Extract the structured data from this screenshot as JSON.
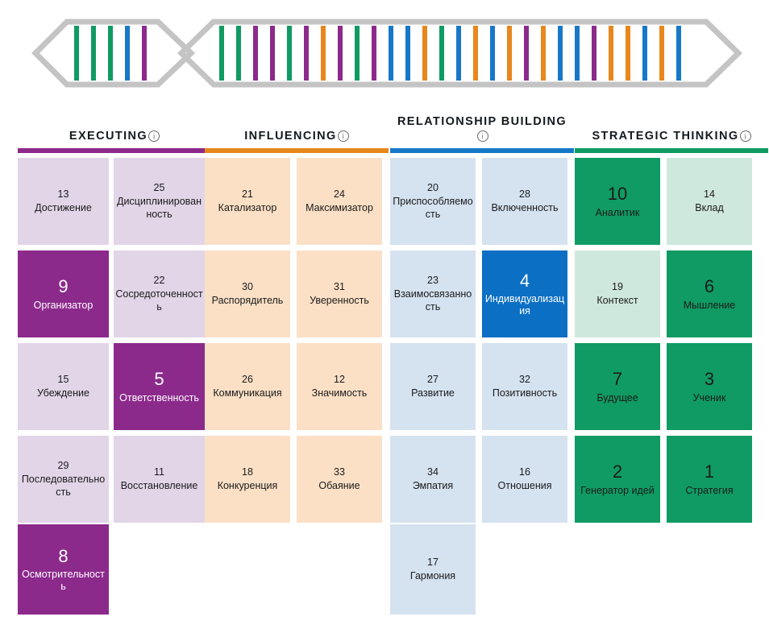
{
  "banner": {
    "name": "strengths-dna-banner",
    "outline_color": "#c4c4c4",
    "left_block_bars": [
      "#0f9b63",
      "#0f9b63",
      "#0f9b63",
      "#1878c8",
      "#8c2a8c"
    ],
    "right_block_bars": [
      "#0f9b63",
      "#0f9b63",
      "#8c2a8c",
      "#8c2a8c",
      "#0f9b63",
      "#8c2a8c",
      "#e8881c",
      "#8c2a8c",
      "#0f9b63",
      "#8c2a8c",
      "#1878c8",
      "#1878c8",
      "#e8881c",
      "#0f9b63",
      "#1878c8",
      "#e8881c",
      "#1878c8",
      "#e8881c",
      "#8c2a8c",
      "#e8881c",
      "#1878c8",
      "#1878c8",
      "#8c2a8c",
      "#e8881c",
      "#e8881c",
      "#1878c8",
      "#e8881c",
      "#1878c8"
    ]
  },
  "colors": {
    "executing": "#8c2a8c",
    "influencing": "#e8881c",
    "relationship": "#1878c8",
    "strategic": "#0f9b63",
    "executing_light": "#e2d5e8",
    "influencing_light": "#fbe0c6",
    "relationship_light": "#d5e2f0",
    "strategic_light": "#cfe8dd"
  },
  "columns": [
    {
      "id": "executing",
      "title": "EXECUTING",
      "info": "i",
      "rule_color": "#8c2a8c",
      "title_inline_info": true
    },
    {
      "id": "influencing",
      "title": "INFLUENCING",
      "info": "i",
      "rule_color": "#e8881c",
      "title_inline_info": true
    },
    {
      "id": "relationship",
      "title": "RELATIONSHIP BUILDING",
      "info": "i",
      "rule_color": "#1878c8",
      "title_inline_info": false
    },
    {
      "id": "strategic",
      "title": "STRATEGIC THINKING",
      "info": "i",
      "rule_color": "#0f9b63",
      "title_inline_info": true
    }
  ],
  "cards": [
    {
      "num": "13",
      "name": "Достижение",
      "col": 0,
      "sub": 0,
      "row": 0,
      "style": "light",
      "bg": "#e2d5e8",
      "fg": "#1a1a1a"
    },
    {
      "num": "25",
      "name": "Дисциплинированность",
      "col": 0,
      "sub": 1,
      "row": 0,
      "style": "light",
      "bg": "#e2d5e8",
      "fg": "#1a1a1a"
    },
    {
      "num": "21",
      "name": "Катализатор",
      "col": 1,
      "sub": 0,
      "row": 0,
      "style": "light",
      "bg": "#fbe0c6",
      "fg": "#1a1a1a"
    },
    {
      "num": "24",
      "name": "Максимизатор",
      "col": 1,
      "sub": 1,
      "row": 0,
      "style": "light",
      "bg": "#fbe0c6",
      "fg": "#1a1a1a"
    },
    {
      "num": "20",
      "name": "Приспособляемость",
      "col": 2,
      "sub": 0,
      "row": 0,
      "style": "light",
      "bg": "#d5e2f0",
      "fg": "#1a1a1a"
    },
    {
      "num": "28",
      "name": "Включенность",
      "col": 2,
      "sub": 1,
      "row": 0,
      "style": "light",
      "bg": "#d5e2f0",
      "fg": "#1a1a1a"
    },
    {
      "num": "10",
      "name": "Аналитик",
      "col": 3,
      "sub": 0,
      "row": 0,
      "style": "strong",
      "bg": "#0f9b63",
      "fg": "#1a1a1a"
    },
    {
      "num": "14",
      "name": "Вклад",
      "col": 3,
      "sub": 1,
      "row": 0,
      "style": "mid",
      "bg": "#cfe8dd",
      "fg": "#1a1a1a"
    },
    {
      "num": "9",
      "name": "Организатор",
      "col": 0,
      "sub": 0,
      "row": 1,
      "style": "strong",
      "bg": "#8c2a8c",
      "fg": "#ffffff"
    },
    {
      "num": "22",
      "name": "Сосредоточенность",
      "col": 0,
      "sub": 1,
      "row": 1,
      "style": "light",
      "bg": "#e2d5e8",
      "fg": "#1a1a1a"
    },
    {
      "num": "30",
      "name": "Распорядитель",
      "col": 1,
      "sub": 0,
      "row": 1,
      "style": "light",
      "bg": "#fbe0c6",
      "fg": "#1a1a1a"
    },
    {
      "num": "31",
      "name": "Уверенность",
      "col": 1,
      "sub": 1,
      "row": 1,
      "style": "light",
      "bg": "#fbe0c6",
      "fg": "#1a1a1a"
    },
    {
      "num": "23",
      "name": "Взаимосвязанность",
      "col": 2,
      "sub": 0,
      "row": 1,
      "style": "light",
      "bg": "#d5e2f0",
      "fg": "#1a1a1a"
    },
    {
      "num": "4",
      "name": "Индивидуализация",
      "col": 2,
      "sub": 1,
      "row": 1,
      "style": "strong",
      "bg": "#0b6fc4",
      "fg": "#ffffff"
    },
    {
      "num": "19",
      "name": "Контекст",
      "col": 3,
      "sub": 0,
      "row": 1,
      "style": "mid",
      "bg": "#cfe8dd",
      "fg": "#1a1a1a"
    },
    {
      "num": "6",
      "name": "Мышление",
      "col": 3,
      "sub": 1,
      "row": 1,
      "style": "strong",
      "bg": "#0f9b63",
      "fg": "#1a1a1a"
    },
    {
      "num": "15",
      "name": "Убеждение",
      "col": 0,
      "sub": 0,
      "row": 2,
      "style": "light",
      "bg": "#e2d5e8",
      "fg": "#1a1a1a"
    },
    {
      "num": "5",
      "name": "Ответственность",
      "col": 0,
      "sub": 1,
      "row": 2,
      "style": "strong",
      "bg": "#8c2a8c",
      "fg": "#ffffff"
    },
    {
      "num": "26",
      "name": "Коммуникация",
      "col": 1,
      "sub": 0,
      "row": 2,
      "style": "light",
      "bg": "#fbe0c6",
      "fg": "#1a1a1a"
    },
    {
      "num": "12",
      "name": "Значимость",
      "col": 1,
      "sub": 1,
      "row": 2,
      "style": "light",
      "bg": "#fbe0c6",
      "fg": "#1a1a1a"
    },
    {
      "num": "27",
      "name": "Развитие",
      "col": 2,
      "sub": 0,
      "row": 2,
      "style": "light",
      "bg": "#d5e2f0",
      "fg": "#1a1a1a"
    },
    {
      "num": "32",
      "name": "Позитивность",
      "col": 2,
      "sub": 1,
      "row": 2,
      "style": "light",
      "bg": "#d5e2f0",
      "fg": "#1a1a1a"
    },
    {
      "num": "7",
      "name": "Будущее",
      "col": 3,
      "sub": 0,
      "row": 2,
      "style": "strong",
      "bg": "#0f9b63",
      "fg": "#1a1a1a"
    },
    {
      "num": "3",
      "name": "Ученик",
      "col": 3,
      "sub": 1,
      "row": 2,
      "style": "strong",
      "bg": "#0f9b63",
      "fg": "#1a1a1a"
    },
    {
      "num": "29",
      "name": "Последовательность",
      "col": 0,
      "sub": 0,
      "row": 3,
      "style": "light",
      "bg": "#e2d5e8",
      "fg": "#1a1a1a"
    },
    {
      "num": "11",
      "name": "Восстановление",
      "col": 0,
      "sub": 1,
      "row": 3,
      "style": "light",
      "bg": "#e2d5e8",
      "fg": "#1a1a1a"
    },
    {
      "num": "18",
      "name": "Конкуренция",
      "col": 1,
      "sub": 0,
      "row": 3,
      "style": "light",
      "bg": "#fbe0c6",
      "fg": "#1a1a1a"
    },
    {
      "num": "33",
      "name": "Обаяние",
      "col": 1,
      "sub": 1,
      "row": 3,
      "style": "light",
      "bg": "#fbe0c6",
      "fg": "#1a1a1a"
    },
    {
      "num": "34",
      "name": "Эмпатия",
      "col": 2,
      "sub": 0,
      "row": 3,
      "style": "light",
      "bg": "#d5e2f0",
      "fg": "#1a1a1a"
    },
    {
      "num": "16",
      "name": "Отношения",
      "col": 2,
      "sub": 1,
      "row": 3,
      "style": "light",
      "bg": "#d5e2f0",
      "fg": "#1a1a1a"
    },
    {
      "num": "2",
      "name": "Генератор идей",
      "col": 3,
      "sub": 0,
      "row": 3,
      "style": "strong",
      "bg": "#0f9b63",
      "fg": "#1a1a1a"
    },
    {
      "num": "1",
      "name": "Стратегия",
      "col": 3,
      "sub": 1,
      "row": 3,
      "style": "strong",
      "bg": "#0f9b63",
      "fg": "#1a1a1a"
    },
    {
      "num": "8",
      "name": "Осмотрительность",
      "col": 0,
      "sub": 0,
      "row": 4,
      "style": "strong",
      "bg": "#8c2a8c",
      "fg": "#ffffff"
    },
    {
      "num": "17",
      "name": "Гармония",
      "col": 2,
      "sub": 0,
      "row": 4,
      "style": "light",
      "bg": "#d5e2f0",
      "fg": "#1a1a1a"
    }
  ]
}
